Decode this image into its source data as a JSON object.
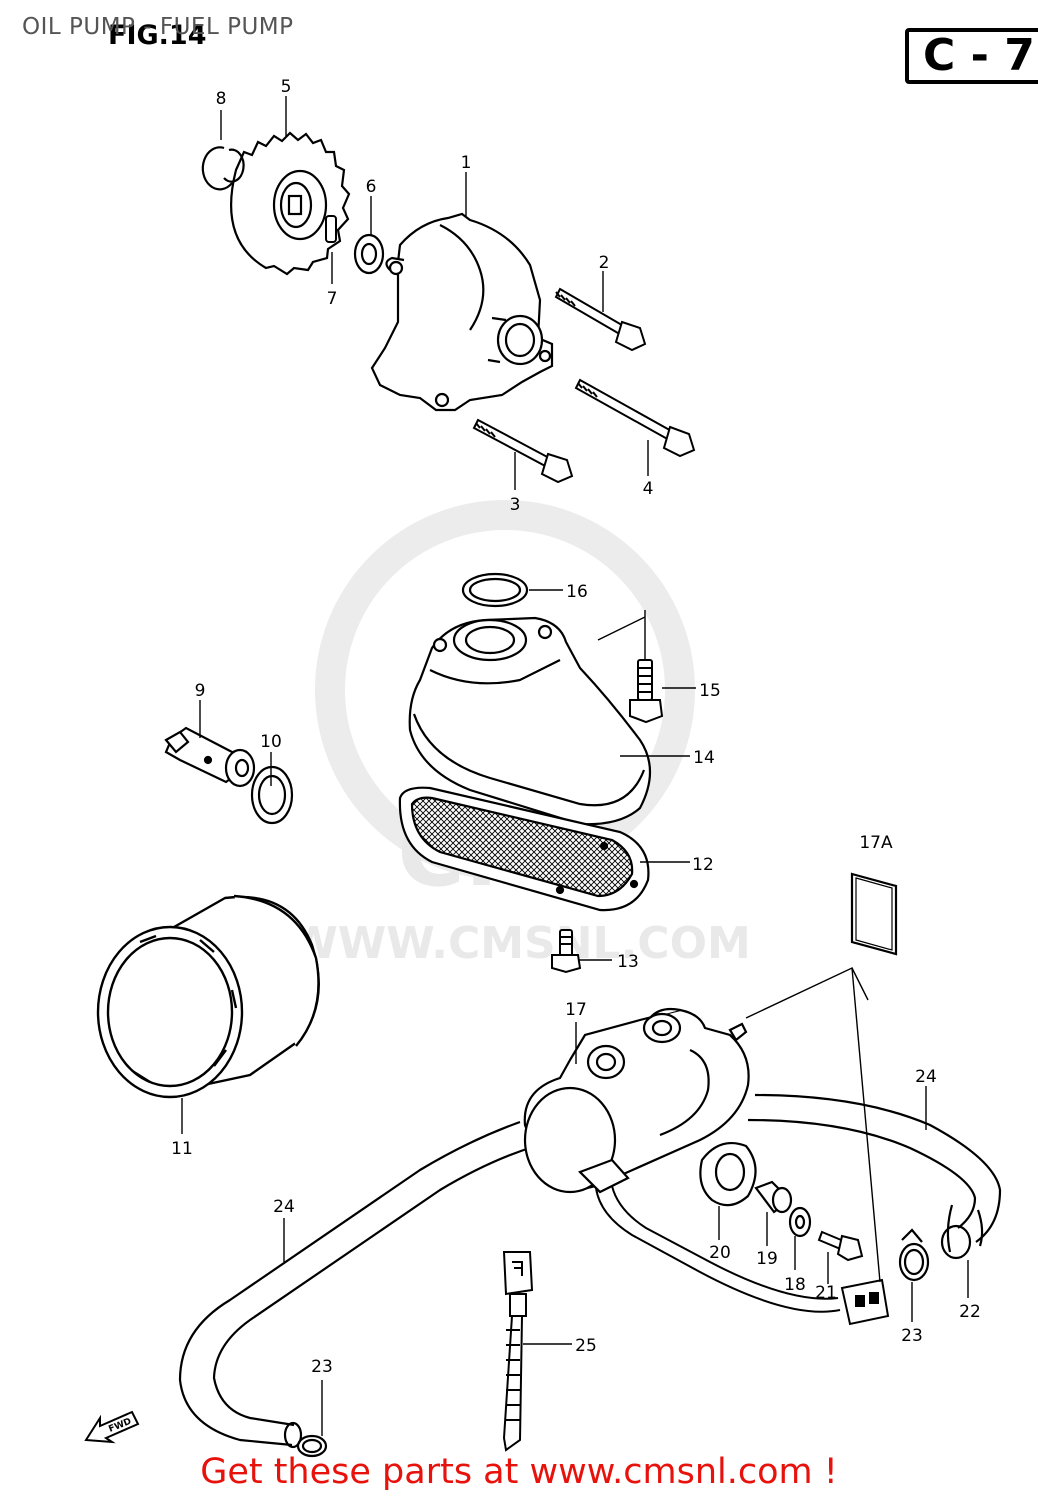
{
  "header": {
    "title": "OIL PUMP - FUEL PUMP",
    "figure_label": "FIG.14",
    "section_code": "C - 7"
  },
  "watermark": {
    "logo_text": "CMS",
    "url_text": "WWW.CMSNL.COM"
  },
  "callouts": [
    {
      "id": "c1",
      "label": "1"
    },
    {
      "id": "c2",
      "label": "2"
    },
    {
      "id": "c3",
      "label": "3"
    },
    {
      "id": "c4",
      "label": "4"
    },
    {
      "id": "c5",
      "label": "5"
    },
    {
      "id": "c6",
      "label": "6"
    },
    {
      "id": "c7",
      "label": "7"
    },
    {
      "id": "c8",
      "label": "8"
    },
    {
      "id": "c9",
      "label": "9"
    },
    {
      "id": "c10",
      "label": "10"
    },
    {
      "id": "c11",
      "label": "11"
    },
    {
      "id": "c12",
      "label": "12"
    },
    {
      "id": "c13",
      "label": "13"
    },
    {
      "id": "c14",
      "label": "14"
    },
    {
      "id": "c15",
      "label": "15"
    },
    {
      "id": "c16",
      "label": "16"
    },
    {
      "id": "c17",
      "label": "17"
    },
    {
      "id": "c17a",
      "label": "17A"
    },
    {
      "id": "c18",
      "label": "18"
    },
    {
      "id": "c19",
      "label": "19"
    },
    {
      "id": "c20",
      "label": "20"
    },
    {
      "id": "c21",
      "label": "21"
    },
    {
      "id": "c22",
      "label": "22"
    },
    {
      "id": "c23a",
      "label": "23"
    },
    {
      "id": "c23b",
      "label": "23"
    },
    {
      "id": "c24a",
      "label": "24"
    },
    {
      "id": "c24b",
      "label": "24"
    },
    {
      "id": "c25",
      "label": "25"
    }
  ],
  "direction_marker": "FWD",
  "footer": {
    "banner": "Get these parts at www.cmsnl.com !",
    "color": "#e8120c"
  },
  "colors": {
    "line": "#000000",
    "watermark": "#e9e9e9",
    "title": "#555555"
  }
}
